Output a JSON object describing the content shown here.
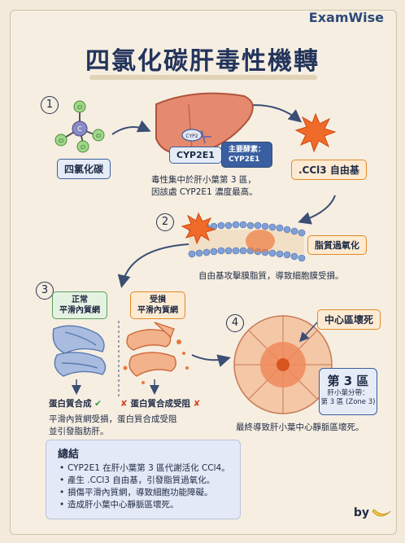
{
  "brand": "ExamWise",
  "title": "四氯化碳肝毒性機轉",
  "steps": [
    "1",
    "2",
    "3",
    "4"
  ],
  "step1": {
    "molecule_center": "C",
    "molecule_atoms": [
      "Cl",
      "Cl",
      "Cl",
      "Cl"
    ],
    "molecule_label": "四氯化碳",
    "enzyme_badge": "CYP2",
    "enzyme_label": "CYP2E1",
    "main_enzyme": "主要酵素：\nCYP2E1",
    "caption": "毒性集中於肝小葉第 3 區，\n因該處 CYP2E1 濃度最高。",
    "radical": ".CCl3 自由基"
  },
  "step2": {
    "label": "脂質過氧化",
    "caption": "自由基攻擊膜脂質，導致細胞膜受損。"
  },
  "step3": {
    "normal_label": "正常\n平滑內質網",
    "damaged_label": "受損\n平滑內質網",
    "normal_result": "蛋白質合成",
    "normal_mark": "✔",
    "damaged_result": "蛋白質合成受阻",
    "damaged_mark": "✘",
    "caption": "平滑內質網受損，蛋白質合成受阻\n並引發脂肪肝。"
  },
  "step4": {
    "label": "中心區壞死",
    "zone_title": "第 3 區",
    "zone_sub": "肝小葉分帶：\n第 3 區 (Zone 3)",
    "caption": "最終導致肝小葉中心靜脈區壞死。"
  },
  "summary": {
    "heading": "總結",
    "items": [
      "CYP2E1 在肝小葉第 3 區代謝活化 CCl4。",
      "產生 .CCl3 自由基，引發脂質過氧化。",
      "損傷平滑內質網，導致細胞功能障礙。",
      "造成肝小葉中心靜脈區壞死。"
    ]
  },
  "byline": "by"
}
